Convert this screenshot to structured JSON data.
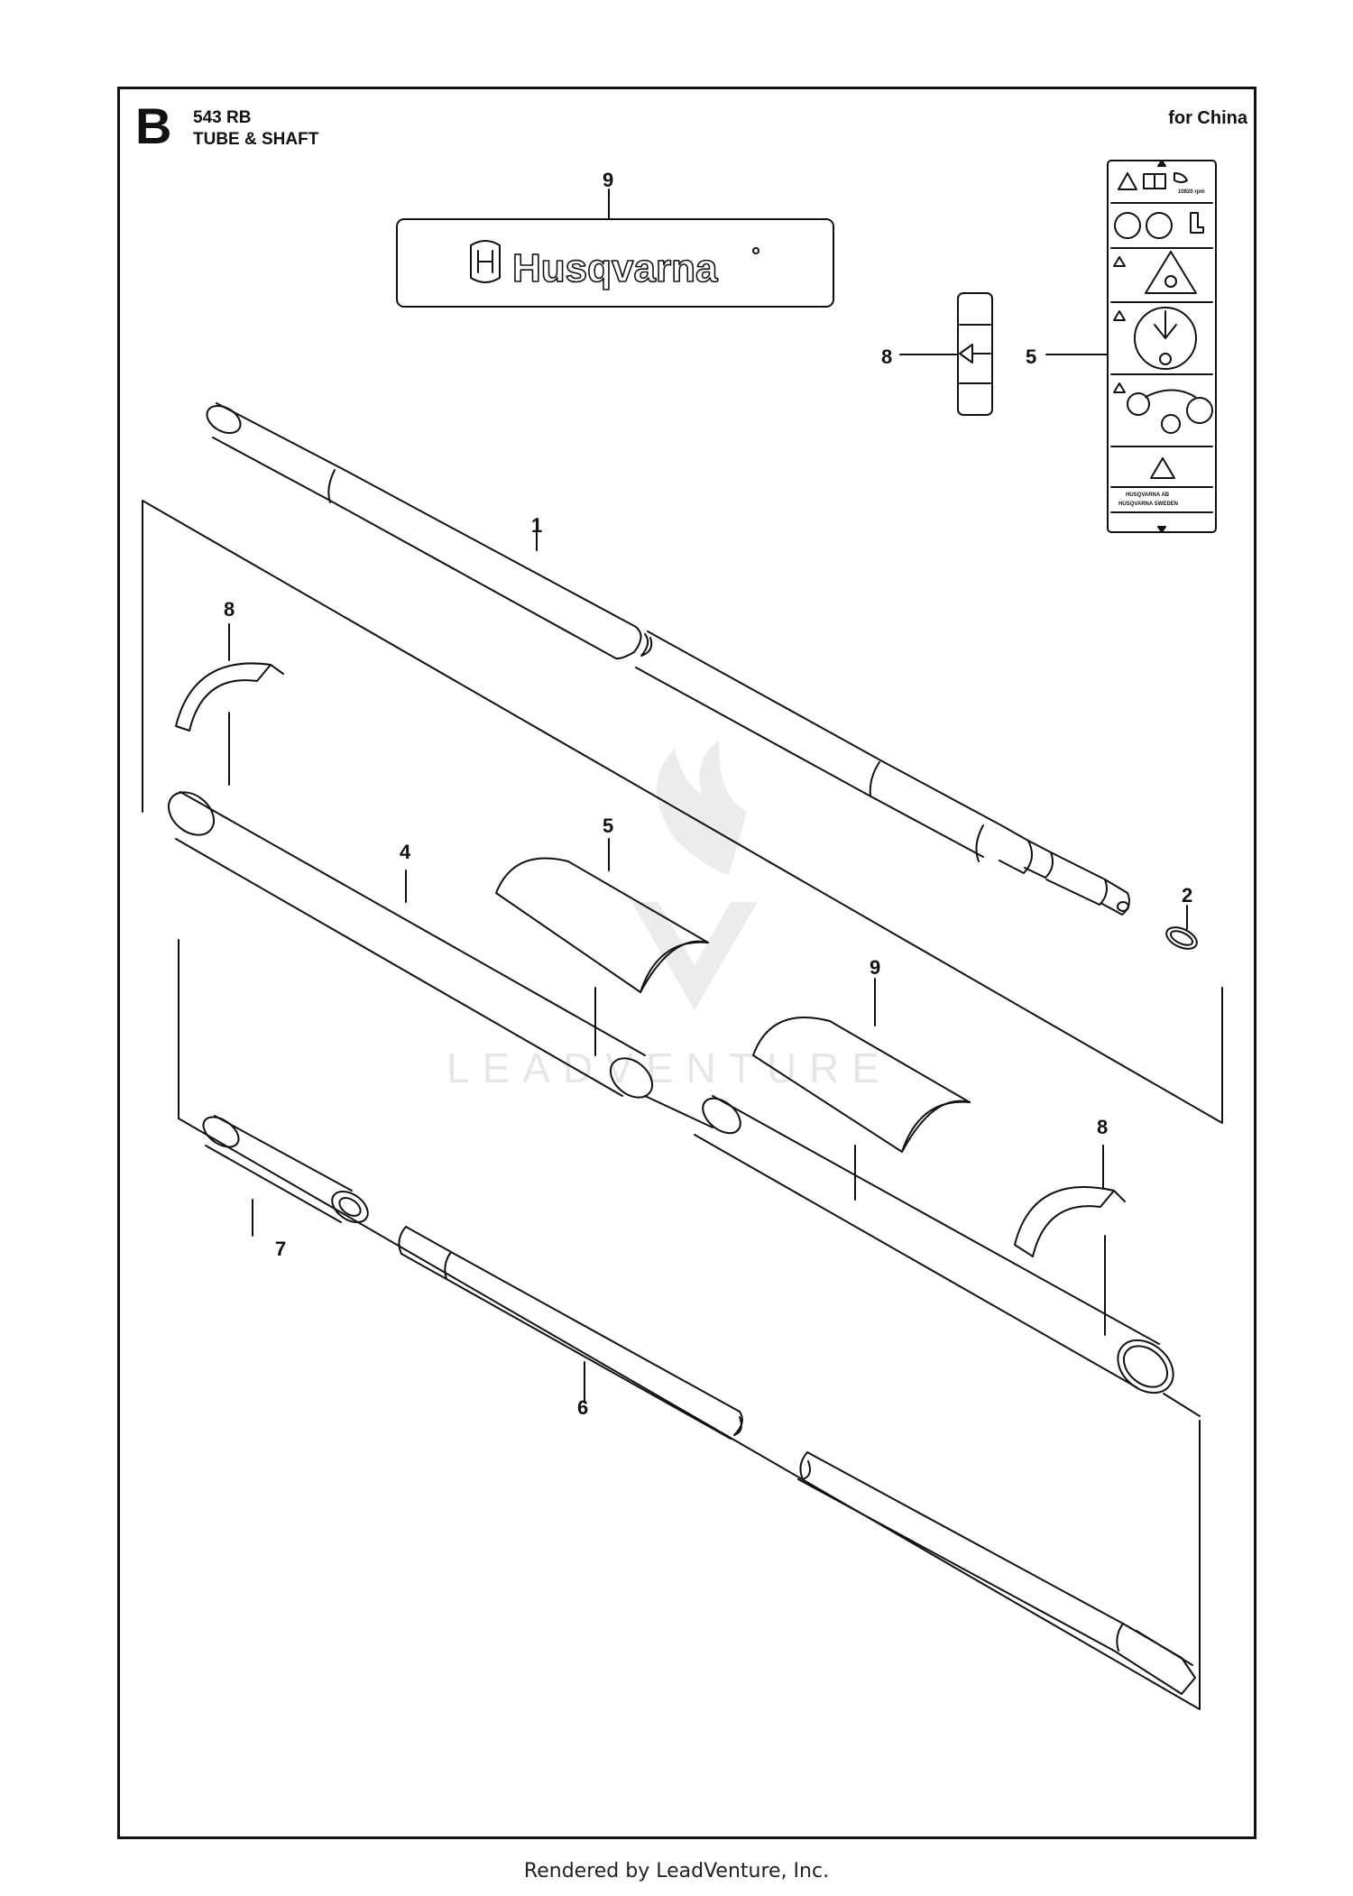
{
  "header": {
    "section_letter": "B",
    "model": "543 RB",
    "title": "TUBE & SHAFT",
    "market": "for China"
  },
  "decal": {
    "brand": "Husqvarna"
  },
  "warning_label": {
    "line1": "HUSQVARNA AB",
    "line2": "HUSQVARNA SWEDEN",
    "rpm": "10920 rpm"
  },
  "watermark": "LEADVENTURE",
  "callouts": {
    "c9_top": "9",
    "c8_top": "8",
    "c5_top": "5",
    "c1": "1",
    "c8_left": "8",
    "c5_mid": "5",
    "c4": "4",
    "c2": "2",
    "c9_mid": "9",
    "c8_right": "8",
    "c7": "7",
    "c6": "6"
  },
  "footer": "Rendered by LeadVenture, Inc."
}
